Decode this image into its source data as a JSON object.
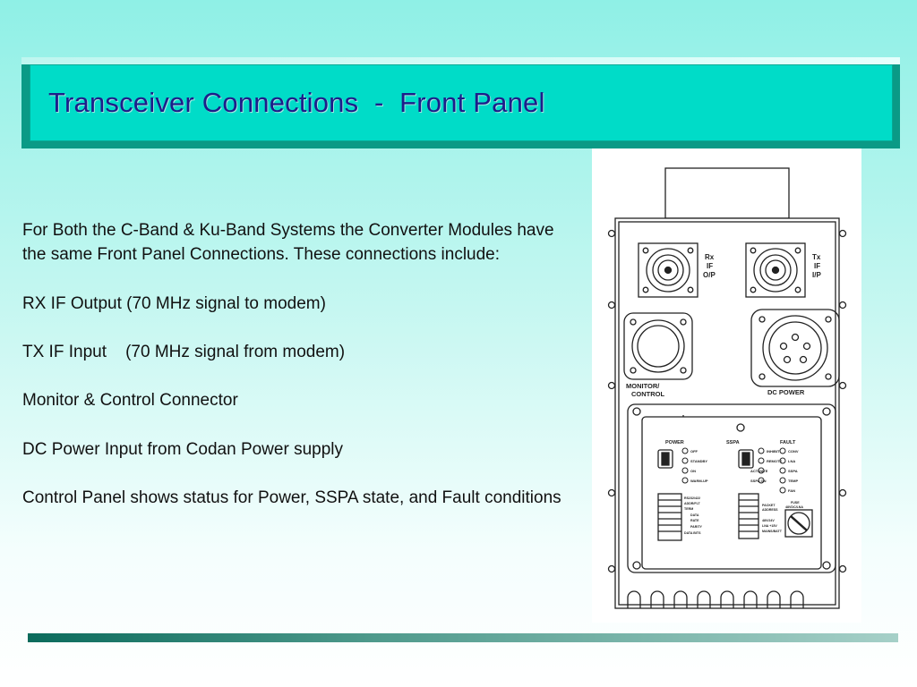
{
  "slide": {
    "title": "Transceiver Connections  -  Front Panel",
    "paragraphs": [
      "For Both the C-Band & Ku-Band Systems the Converter Modules have the same Front Panel Connections. These connections include:",
      "RX IF Output (70 MHz signal to modem)",
      "TX IF Input    (70 MHz signal from modem)",
      "Monitor & Control Connector",
      "DC Power Input from Codan Power supply",
      "Control Panel shows status for Power, SSPA state, and Fault conditions"
    ]
  },
  "diagram": {
    "rx_label": [
      "Rx",
      "IF",
      "O/P"
    ],
    "tx_label": [
      "Tx",
      "IF",
      "I/P"
    ],
    "monitor_label": [
      "MONITOR/",
      "CONTROL"
    ],
    "dc_power_label": "DC  POWER",
    "panel": {
      "power_header": "POWER",
      "sspa_header": "SSPA",
      "fault_header": "FAULT",
      "power_leds": [
        "OFF",
        "STANDBY",
        "ON",
        "WARM-UP"
      ],
      "sspa_leds": [
        "INHIBIT",
        "REMOTE",
        "ACTIVATE",
        "SSPA ON"
      ],
      "fault_leds": [
        "CONV",
        "LNA",
        "SSPA",
        "TEMP",
        "FAN"
      ],
      "dip_left_labels": [
        "RS232/422",
        "ADDR/FLT",
        "TERM",
        "DATA",
        "RATE",
        "PARITY",
        "DATA BITS"
      ],
      "dip_right_labels": [
        "PACKET",
        "ADDRESS",
        "48V/24V",
        "LNA +15V",
        "MAINS/BATT"
      ],
      "fuse_label": [
        "FUSE",
        "48VDC/LNA"
      ]
    }
  },
  "colors": {
    "title_text": "#1d1d8a",
    "title_fill": "#00dcc8",
    "title_shadow": "#0a9a86",
    "body_text": "#111111"
  }
}
